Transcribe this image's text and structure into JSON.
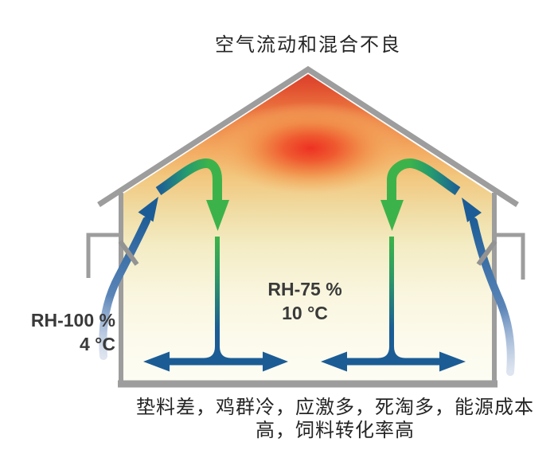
{
  "diagram": {
    "title": "空气流动和混合不良",
    "caption": {
      "line1": "垫料差，鸡群冷，应激多，死淘多，能源成本",
      "line2": "高，饲料转化率高"
    }
  },
  "labels": {
    "outside_air": {
      "humidity": "RH-100 %",
      "temperature": "4 °C"
    },
    "inside_air": {
      "humidity": "RH-75 %",
      "temperature": "10 °C"
    }
  },
  "colors": {
    "arrow_blue": "#1b5c95",
    "arrow_green": "#3cb34a",
    "arrow_teal": "#259a70",
    "inlet_arrow_light_blue": "#c3cfe4",
    "structure_gray": "#9d9d9d",
    "hotspot_red": "#ed3123",
    "apex_red": "#d93b2b",
    "warm_orange": "#f2914d",
    "floor_cream": "#fdfdf4",
    "text_dark": "#3a3a3a"
  },
  "airflow_icons": {
    "inlet_left": "cold-air-inlet-arrow-left",
    "inlet_right": "cold-air-inlet-arrow-right",
    "ridge_hook_left": "ridge-downdraft-arrow-left",
    "ridge_hook_right": "ridge-downdraft-arrow-right",
    "floor_spread_left": "floor-spread-arrows-left",
    "floor_spread_right": "floor-spread-arrows-right",
    "hotspot": "warm-air-pocket-at-ridge"
  }
}
